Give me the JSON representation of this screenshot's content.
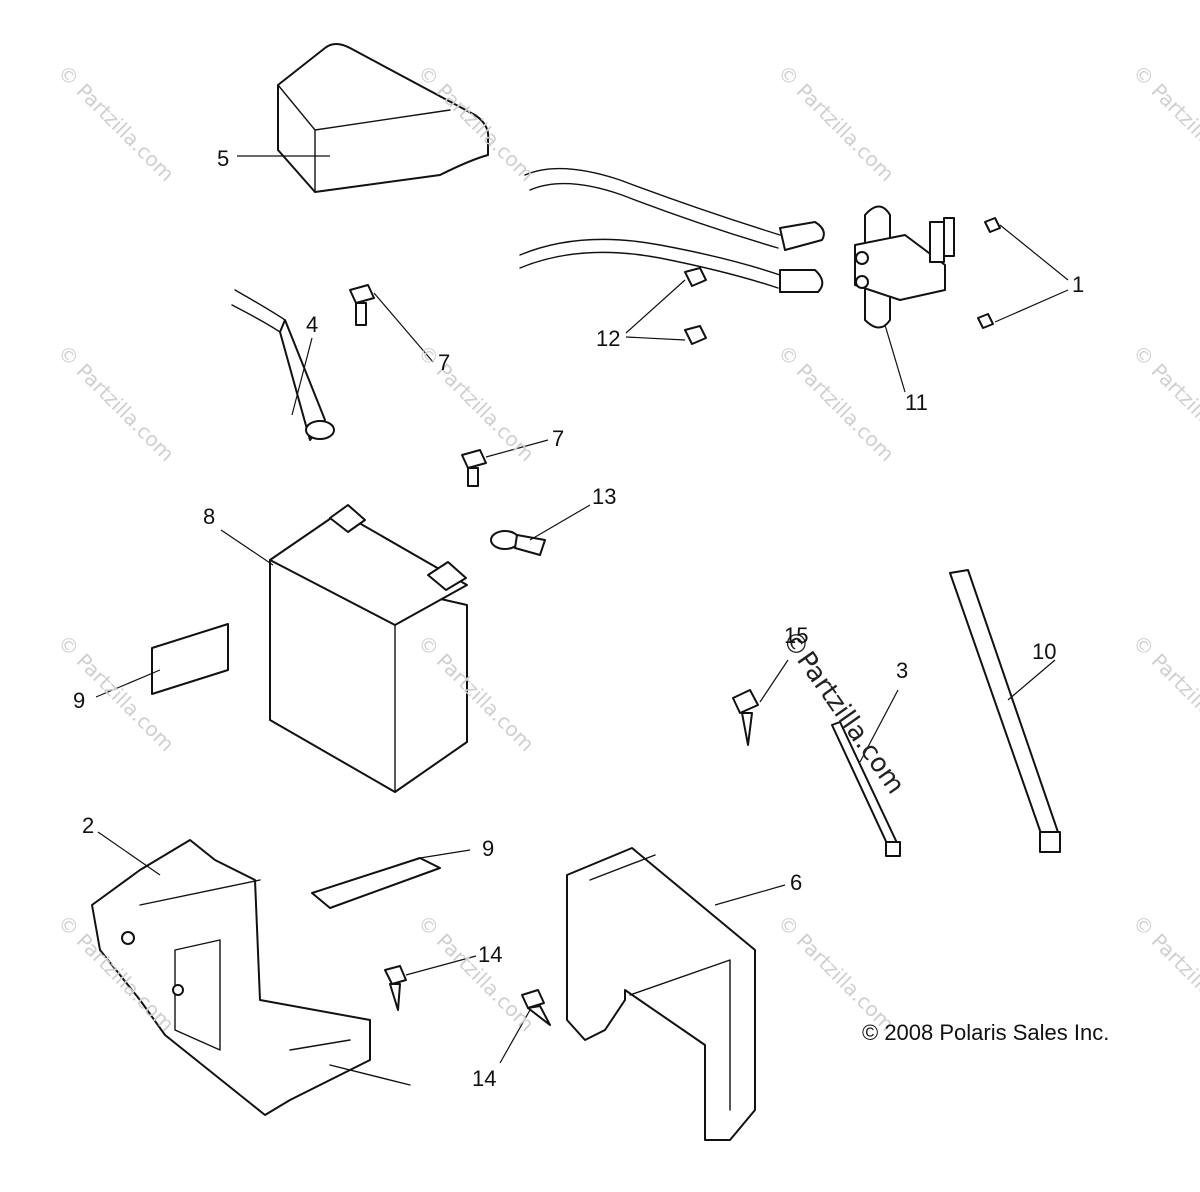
{
  "callouts": {
    "c1": "1",
    "c2": "2",
    "c3": "3",
    "c4": "4",
    "c5": "5",
    "c6": "6",
    "c7a": "7",
    "c7b": "7",
    "c8": "8",
    "c9a": "9",
    "c9b": "9",
    "c10": "10",
    "c11": "11",
    "c12": "12",
    "c13": "13",
    "c14a": "14",
    "c14b": "14",
    "c15": "15"
  },
  "watermark": {
    "text": "© Partzilla.com",
    "center_text": "©Partzilla.com"
  },
  "copyright": "© 2008 Polaris Sales Inc.",
  "colors": {
    "line": "#111111",
    "background": "#ffffff",
    "watermark": "#cfcfcf"
  }
}
